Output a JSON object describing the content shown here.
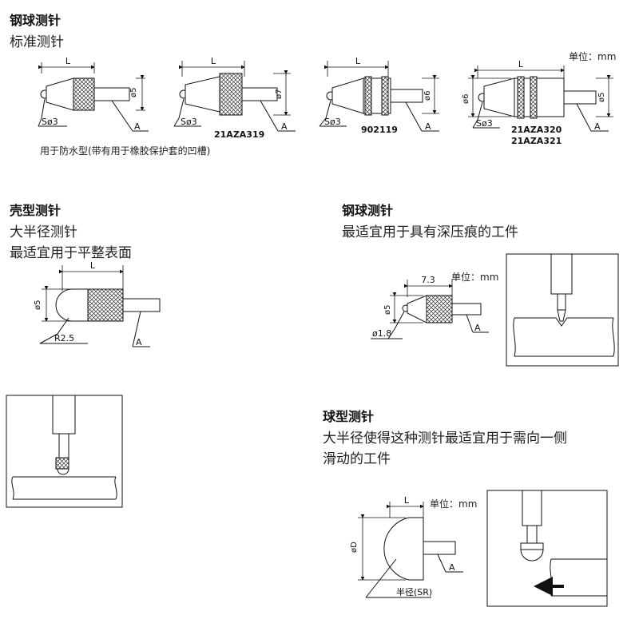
{
  "sections": {
    "standard": {
      "title": "钢球测针",
      "subtitle": "标准测针",
      "note": "用于防水型(带有用于橡胶保护套的凹槽)"
    },
    "shell": {
      "title": "壳型测针",
      "line1": "大半径测针",
      "line2": "最适宜用于平整表面"
    },
    "ball_deep": {
      "title": "钢球测针",
      "line1": "最适宜用于具有深压痕的工件"
    },
    "ball_type": {
      "title": "球型测针",
      "line1": "大半径使得这种测针最适宜用于需向一侧",
      "line2": "滑动的工件"
    }
  },
  "labels": {
    "unit": "单位：mm",
    "L": "L",
    "A": "A",
    "s_phi3": "Sø3",
    "phi5": "ø5",
    "phi6": "ø6",
    "phi7": "ø7",
    "phiD": "øD",
    "r25": "R2.5",
    "dim73": "7.3",
    "phi18": "ø1.8",
    "radius_sr": "半径(SR)"
  },
  "models": {
    "m1": "21AZA319",
    "m2": "902119",
    "m3a": "21AZA320",
    "m3b": "21AZA321"
  }
}
